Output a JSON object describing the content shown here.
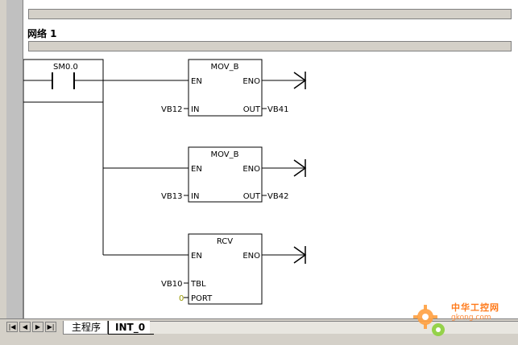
{
  "network": {
    "label": "网络 1"
  },
  "contact": {
    "address": "SM0.0"
  },
  "boxes": [
    {
      "name": "MOV_B",
      "en": "EN",
      "eno": "ENO",
      "in_label": "IN",
      "in_operand": "VB12",
      "out_label": "OUT",
      "out_operand": "VB41"
    },
    {
      "name": "MOV_B",
      "en": "EN",
      "eno": "ENO",
      "in_label": "IN",
      "in_operand": "VB13",
      "out_label": "OUT",
      "out_operand": "VB42"
    },
    {
      "name": "RCV",
      "en": "EN",
      "eno": "ENO",
      "tbl_label": "TBL",
      "tbl_operand": "VB10",
      "port_label": "PORT",
      "port_operand": "0"
    }
  ],
  "tabs": {
    "main": "主程序",
    "int0": "INT_0"
  },
  "nav_icons": [
    "first-icon",
    "prev-icon",
    "next-icon",
    "last-icon"
  ],
  "watermark": {
    "text": "中华工控网",
    "url": "gkong.com"
  },
  "colors": {
    "port_constant": "#9a9a00",
    "watermark": "#ff7a1a"
  }
}
